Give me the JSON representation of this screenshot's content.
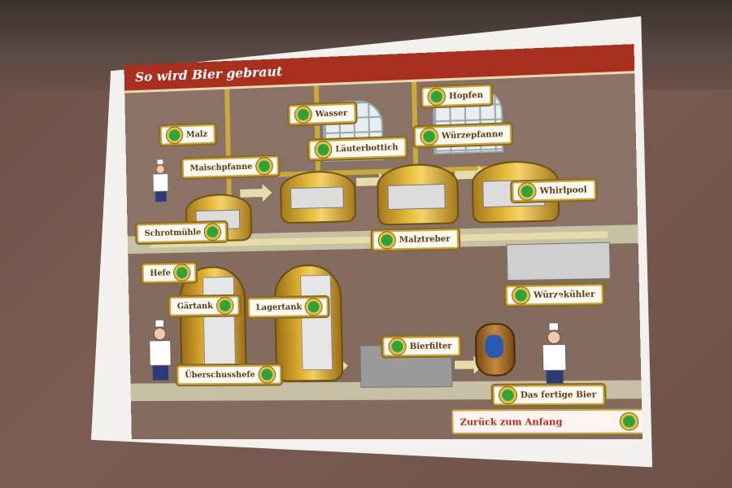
{
  "title": "So wird Bier gebraut",
  "labels": {
    "malz": "Malz",
    "maischpfanne": "Maischpfanne",
    "schrotmuehle": "Schrotmühle",
    "wasser": "Wasser",
    "lauterbottich": "Läuterbottich",
    "hopfen": "Hopfen",
    "wuerzepfanne": "Würzepfanne",
    "whirlpool": "Whirlpool",
    "malztreber": "Malztreber",
    "hefe": "Hefe",
    "gaertank": "Gärtank",
    "lagertank": "Lagertank",
    "ueberschusshefe": "Überschusshefe",
    "bierfilter": "Bierfilter",
    "wuerzekuehler": "Würzekühler",
    "fertiges_bier": "Das fertige Bier"
  },
  "navigation": {
    "back_label": "Zurück zum Anfang"
  },
  "colors": {
    "banner": "#a8301f",
    "indicator": "#2fa33a",
    "brass": "#e6c04a",
    "label_text": "#5a3a16"
  }
}
